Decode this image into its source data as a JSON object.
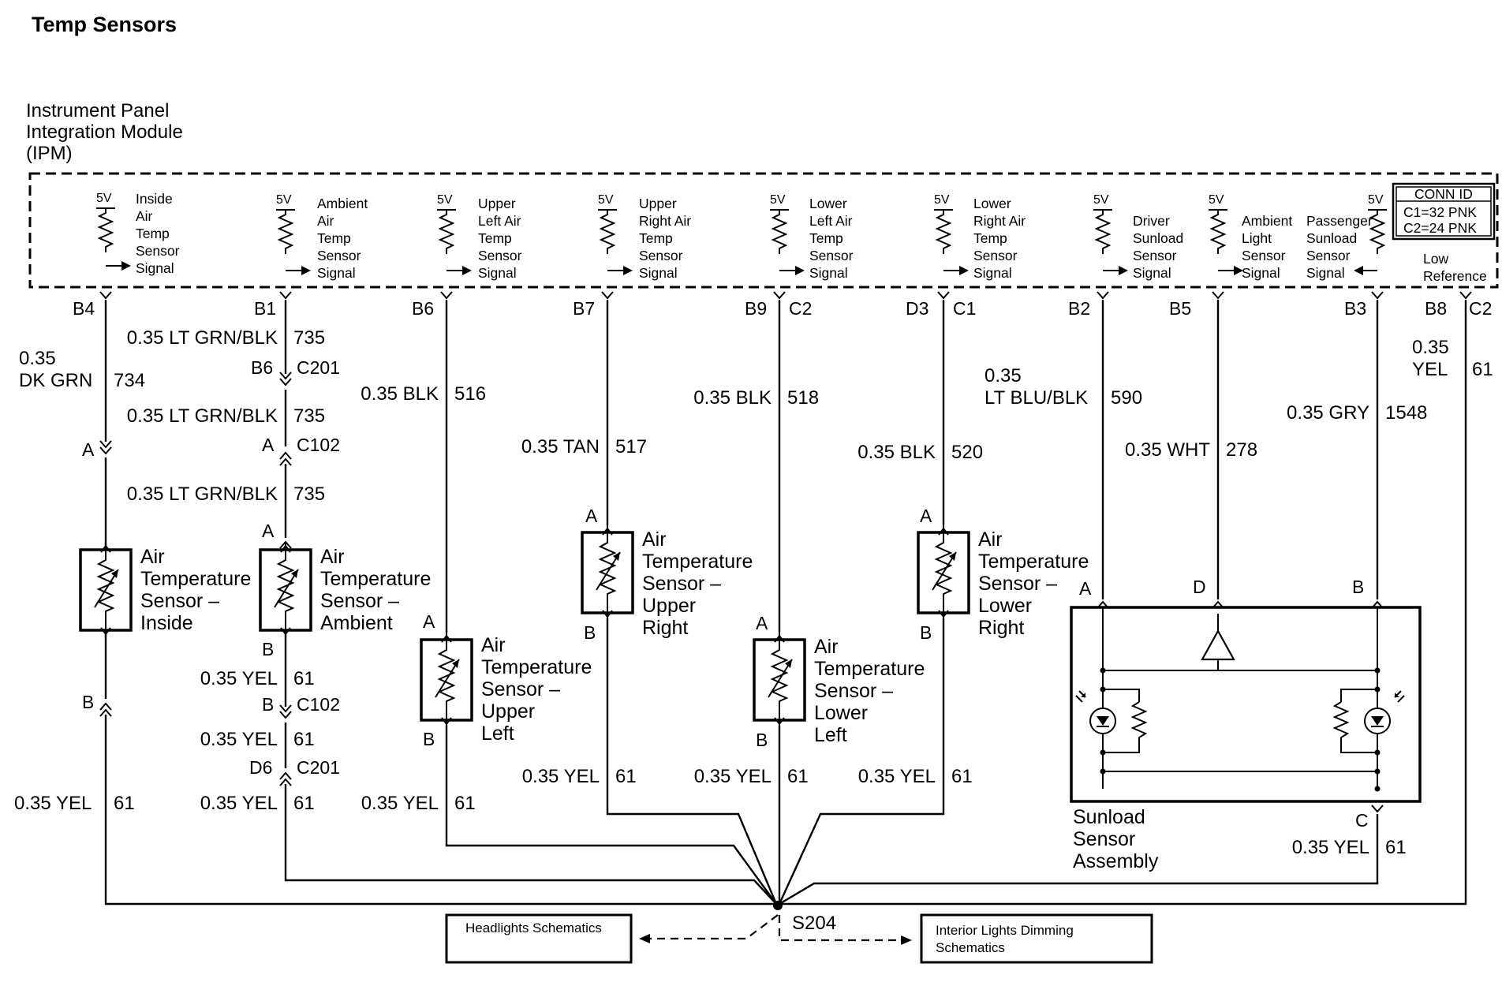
{
  "title": "Temp Sensors",
  "module": {
    "lines": [
      "Instrument Panel",
      "Integration Module",
      "(IPM)"
    ]
  },
  "conn_id": {
    "header": "CONN ID",
    "lines": [
      "C1=32 PNK",
      "C2=24 PNK"
    ]
  },
  "supply_label": "5V",
  "signals": [
    {
      "id": "inside",
      "lines": [
        "Inside",
        "Air",
        "Temp",
        "Sensor",
        "Signal"
      ]
    },
    {
      "id": "ambient",
      "lines": [
        "Ambient",
        "Air",
        "Temp",
        "Sensor",
        "Signal"
      ]
    },
    {
      "id": "upper-left",
      "lines": [
        "Upper",
        "Left Air",
        "Temp",
        "Sensor",
        "Signal"
      ]
    },
    {
      "id": "upper-right",
      "lines": [
        "Upper",
        "Right Air",
        "Temp",
        "Sensor",
        "Signal"
      ]
    },
    {
      "id": "lower-left",
      "lines": [
        "Lower",
        "Left Air",
        "Temp",
        "Sensor",
        "Signal"
      ]
    },
    {
      "id": "lower-right",
      "lines": [
        "Lower",
        "Right Air",
        "Temp",
        "Sensor",
        "Signal"
      ]
    },
    {
      "id": "driver-sunload",
      "lines": [
        "Driver",
        "Sunload",
        "Sensor",
        "Signal"
      ]
    },
    {
      "id": "ambient-light",
      "lines": [
        "Ambient",
        "Light",
        "Sensor",
        "Signal"
      ]
    },
    {
      "id": "passenger-sunload",
      "lines": [
        "Passenger",
        "Sunload",
        "Sensor",
        "Signal"
      ]
    },
    {
      "id": "low-reference",
      "lines": [
        "Low",
        "Reference"
      ]
    }
  ],
  "pins": [
    "B4",
    "B1",
    "B6",
    "B7",
    "B9",
    "C2",
    "D3",
    "C1",
    "B2",
    "B5",
    "B3",
    "B8",
    "C2"
  ],
  "wires": {
    "inside_signal": {
      "size_color": [
        "0.35",
        "DK GRN"
      ],
      "circuit": "734"
    },
    "inside_ground": {
      "size_color": "0.35 YEL",
      "circuit": "61"
    },
    "ambient_1": {
      "size_color": "0.35 LT GRN/BLK",
      "circuit": "735"
    },
    "ambient_2": {
      "size_color": "0.35 LT GRN/BLK",
      "circuit": "735"
    },
    "ambient_3": {
      "size_color": "0.35 LT GRN/BLK",
      "circuit": "735"
    },
    "ambient_gnd_1": {
      "size_color": "0.35 YEL",
      "circuit": "61"
    },
    "ambient_gnd_2": {
      "size_color": "0.35 YEL",
      "circuit": "61"
    },
    "ambient_gnd_3": {
      "size_color": "0.35 YEL",
      "circuit": "61"
    },
    "upper_left_signal": {
      "size_color": "0.35 BLK",
      "circuit": "516"
    },
    "upper_left_ground": {
      "size_color": "0.35 YEL",
      "circuit": "61"
    },
    "upper_right_signal": {
      "size_color": "0.35 TAN",
      "circuit": "517"
    },
    "upper_right_ground": {
      "size_color": "0.35 YEL",
      "circuit": "61"
    },
    "lower_left_signal": {
      "size_color": "0.35 BLK",
      "circuit": "518"
    },
    "lower_left_ground": {
      "size_color": "0.35 YEL",
      "circuit": "61"
    },
    "lower_right_signal": {
      "size_color": "0.35 BLK",
      "circuit": "520"
    },
    "lower_right_ground": {
      "size_color": "0.35 YEL",
      "circuit": "61"
    },
    "driver_sunload": {
      "size_color": [
        "0.35",
        "LT BLU/BLK"
      ],
      "circuit": "590"
    },
    "ambient_light": {
      "size_color": "0.35 WHT",
      "circuit": "278"
    },
    "passenger_sunload": {
      "size_color": "0.35 GRY",
      "circuit": "1548"
    },
    "low_ref": {
      "size_color": [
        "0.35",
        "YEL"
      ],
      "circuit": "61"
    },
    "sunload_ground": {
      "size_color": "0.35 YEL",
      "circuit": "61"
    }
  },
  "connectors": {
    "c201_top": {
      "pin": "B6",
      "id": "C201"
    },
    "c102_a": {
      "pin": "A",
      "id": "C102"
    },
    "c102_b": {
      "pin": "B",
      "id": "C102"
    },
    "c201_bottom": {
      "pin": "D6",
      "id": "C201"
    },
    "inside_a": "A",
    "inside_b": "B",
    "ambient_sensor_a": "A",
    "ambient_sensor_b": "B",
    "upper_left_a": "A",
    "upper_left_b": "B",
    "upper_right_a": "A",
    "upper_right_b": "B",
    "lower_left_a": "A",
    "lower_left_b": "B",
    "lower_right_a": "A",
    "lower_right_b": "B",
    "sunload_a": "A",
    "sunload_d": "D",
    "sunload_b": "B",
    "sunload_c": "C"
  },
  "components": {
    "inside": [
      "Air",
      "Temperature",
      "Sensor –",
      "Inside"
    ],
    "ambient": [
      "Air",
      "Temperature",
      "Sensor –",
      "Ambient"
    ],
    "upper_left": [
      "Air",
      "Temperature",
      "Sensor –",
      "Upper",
      "Left"
    ],
    "upper_right": [
      "Air",
      "Temperature",
      "Sensor –",
      "Upper",
      "Right"
    ],
    "lower_left": [
      "Air",
      "Temperature",
      "Sensor –",
      "Lower",
      "Left"
    ],
    "lower_right": [
      "Air",
      "Temperature",
      "Sensor –",
      "Lower",
      "Right"
    ],
    "sunload": [
      "Sunload",
      "Sensor",
      "Assembly"
    ]
  },
  "splice": "S204",
  "references": {
    "headlights": "Headlights Schematics",
    "interior": [
      "Interior Lights Dimming",
      "Schematics"
    ]
  }
}
